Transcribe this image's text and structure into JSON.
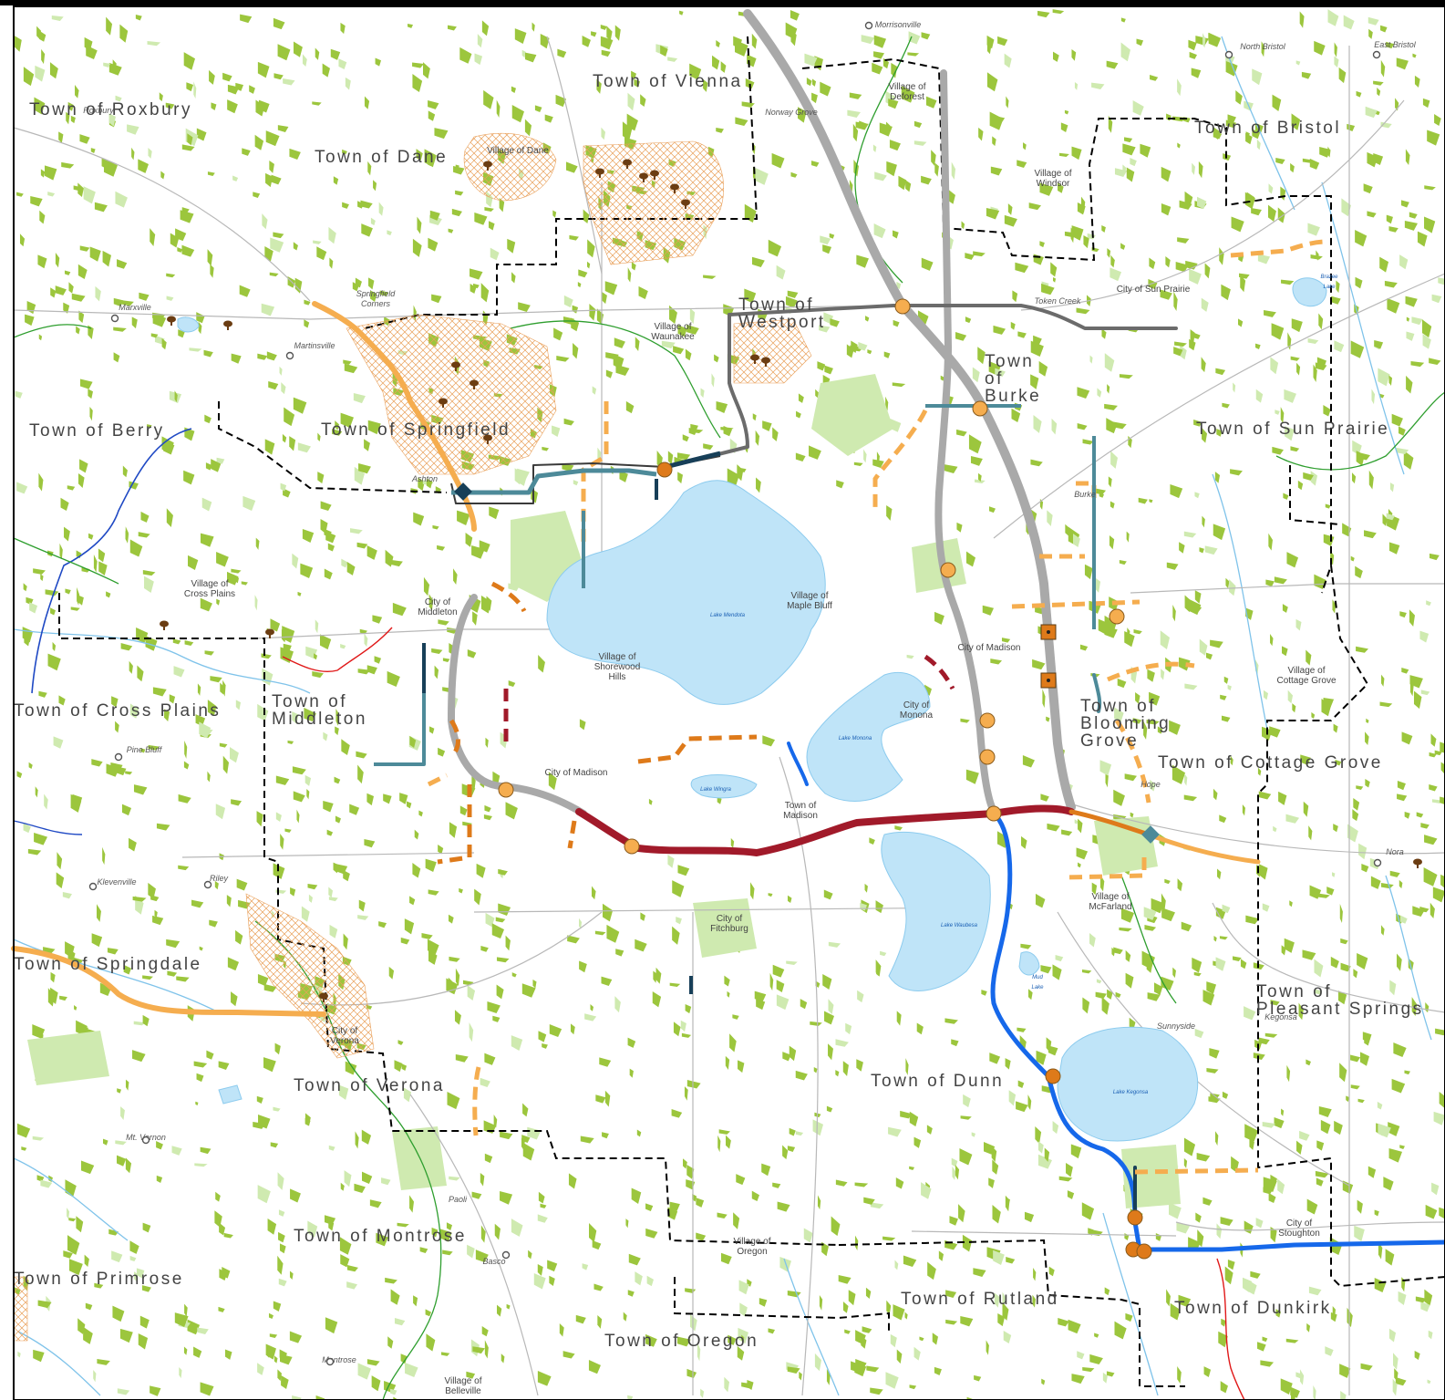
{
  "map": {
    "colors": {
      "background": "#ffffff",
      "frame": "#000000",
      "green_space": "#9cc63d",
      "park": "#cfeab0",
      "water": "#bfe4f8",
      "stream": "#7fc3ea",
      "river": "#1f49c4",
      "trail_green": "#2e9e2e",
      "trail_red": "#e01818",
      "boundary": "#000000",
      "road_minor": "#b8b8b8",
      "interstate": "#a9a9a9",
      "highway_dark": "#6b6b6b",
      "route_orange_light": "#f5ad4f",
      "route_orange_dark": "#de7a1a",
      "route_red": "#a11a2a",
      "route_blue": "#1668ea",
      "route_teal": "#4d8a99",
      "route_navy": "#173f58",
      "node_light": "#f5ad4f",
      "node_dark": "#de7a1a",
      "hatch": "#e9a05a",
      "tree_icon": "#6b3d12"
    },
    "town_labels": [
      "Town of Roxbury",
      "Town of Vienna",
      "Town of Bristol",
      "Town of Dane",
      "Town of Westport",
      "Town of Burke",
      "Town of Springfield",
      "Town of Berry",
      "Town of Sun Prairie",
      "Town of Cross Plains",
      "Town of Middleton",
      "Town of Blooming Grove",
      "Town of Cottage Grove",
      "Town of Springdale",
      "Town of Pleasant Springs",
      "Town of Verona",
      "Town of Dunn",
      "Town of Montrose",
      "Town of Primrose",
      "Town of Rutland",
      "Town of Dunkirk",
      "Town of Oregon"
    ],
    "city_labels": [
      "Village of Deforest",
      "Village of Dane",
      "Village of Windsor",
      "City of Sun Prairie",
      "Village of Waunakee",
      "City of Middleton",
      "Village of Cross Plains",
      "Village of Maple Bluff",
      "Village of Shorewood Hills",
      "City of Madison",
      "City of Monona",
      "Village of Cottage Grove",
      "Village of McFarland",
      "City of Fitchburg",
      "City of Verona",
      "Village of Oregon",
      "City of Stoughton",
      "Village of Belleville",
      "Town of Madison"
    ],
    "place_labels": [
      "Morrisonville",
      "North Bristol",
      "East Bristol",
      "Roxbury",
      "Norway Grove",
      "Springfield Corners",
      "Marxville",
      "Martinsville",
      "Token Creek",
      "Ashton",
      "Burke",
      "Pine Bluff",
      "Hope",
      "Nora",
      "Klevenville",
      "Riley",
      "Kegonsa",
      "Sunnyside",
      "Mt. Vernon",
      "Paoli",
      "Basco",
      "Montrose"
    ],
    "lake_labels": [
      "Lake Mendota",
      "Lake Monona",
      "Lake Wingra",
      "Lake Waubesa",
      "Mud Lake",
      "Lake Kegonsa",
      "Brazee Lake"
    ]
  }
}
